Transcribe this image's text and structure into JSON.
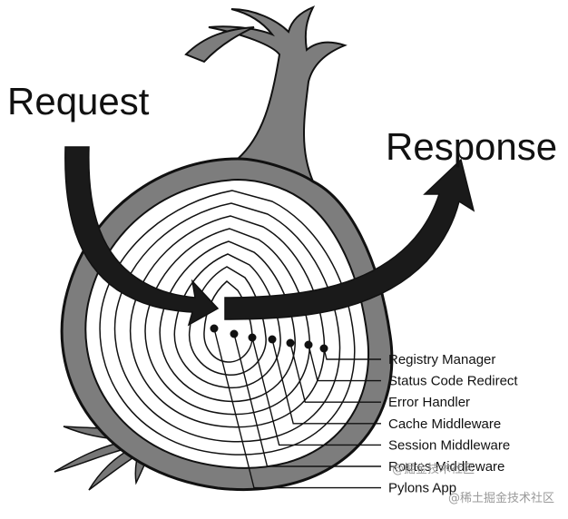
{
  "labels": {
    "request": "Request",
    "response": "Response"
  },
  "layers": [
    "Registry Manager",
    "Status Code Redirect",
    "Error Handler",
    "Cache Middleware",
    "Session Middleware",
    "Routes Middleware",
    "Pylons App"
  ],
  "watermarks": {
    "primary": "@稀土掘金技术社区",
    "faint": "@掘金技术社区"
  },
  "colors": {
    "outline": "#111111",
    "skin": "#7d7d7d",
    "flesh": "#ffffff",
    "arrow": "#1a1a1a"
  }
}
